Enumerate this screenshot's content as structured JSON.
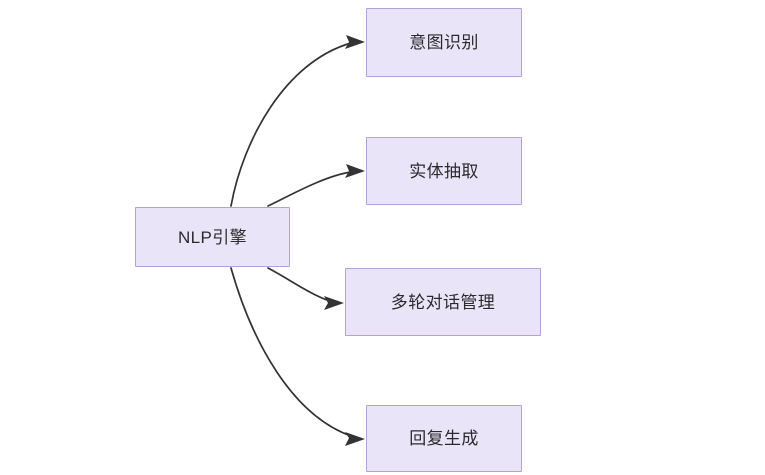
{
  "diagram": {
    "type": "flowchart",
    "direction": "left-to-right",
    "background_color": "#ffffff",
    "node_fill_color": "#e9e4f8",
    "node_border_color": "#b4a2d6",
    "edge_color": "#333333",
    "text_color": "#2b2b2b",
    "source": {
      "id": "nlp-engine",
      "label": "NLP引擎"
    },
    "targets": [
      {
        "id": "intent-recognition",
        "label": "意图识别"
      },
      {
        "id": "entity-extraction",
        "label": "实体抽取"
      },
      {
        "id": "multi-turn-dialog-management",
        "label": "多轮对话管理"
      },
      {
        "id": "response-generation",
        "label": "回复生成"
      }
    ],
    "edges": [
      {
        "from": "nlp-engine",
        "to": "intent-recognition",
        "arrow": "filled-triangle"
      },
      {
        "from": "nlp-engine",
        "to": "entity-extraction",
        "arrow": "filled-triangle"
      },
      {
        "from": "nlp-engine",
        "to": "multi-turn-dialog-management",
        "arrow": "filled-triangle"
      },
      {
        "from": "nlp-engine",
        "to": "response-generation",
        "arrow": "filled-triangle"
      }
    ]
  }
}
